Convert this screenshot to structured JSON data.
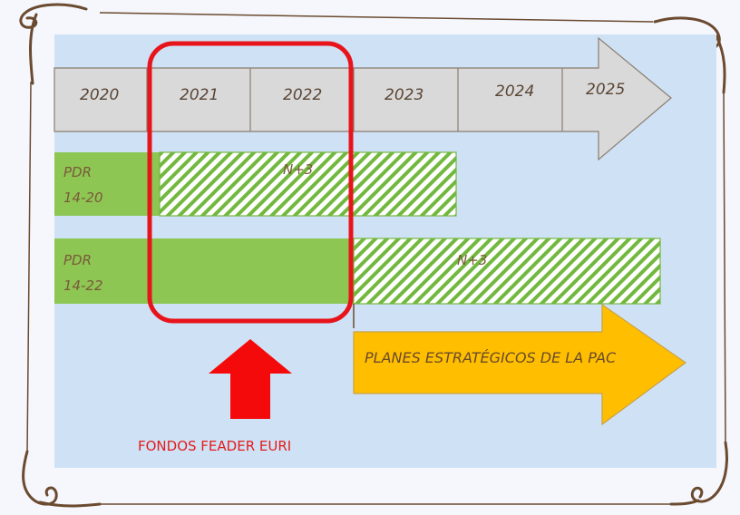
{
  "timeline": {
    "years": [
      "2020",
      "2021",
      "2022",
      "2023",
      "2024",
      "2025"
    ]
  },
  "pdr_14_20": {
    "label_line1": "PDR",
    "label_line2": "14-20",
    "extension_label": "N+3"
  },
  "pdr_14_22": {
    "label_line1": "PDR",
    "label_line2": "14-22",
    "extension_label": "N+3"
  },
  "pac_arrow": {
    "label": "PLANES ESTRATÉGICOS DE LA PAC"
  },
  "feader": {
    "label": "FONDOS FEADER EURI"
  },
  "colors": {
    "background": "#cfe2f5",
    "timeline_fill": "#d9d9d9",
    "pdr_green": "#8dc653",
    "hatch_green": "#72b83e",
    "pac_orange": "#ffbf00",
    "highlight_red": "#e8141b",
    "frame_brown": "#6b4a2f"
  }
}
